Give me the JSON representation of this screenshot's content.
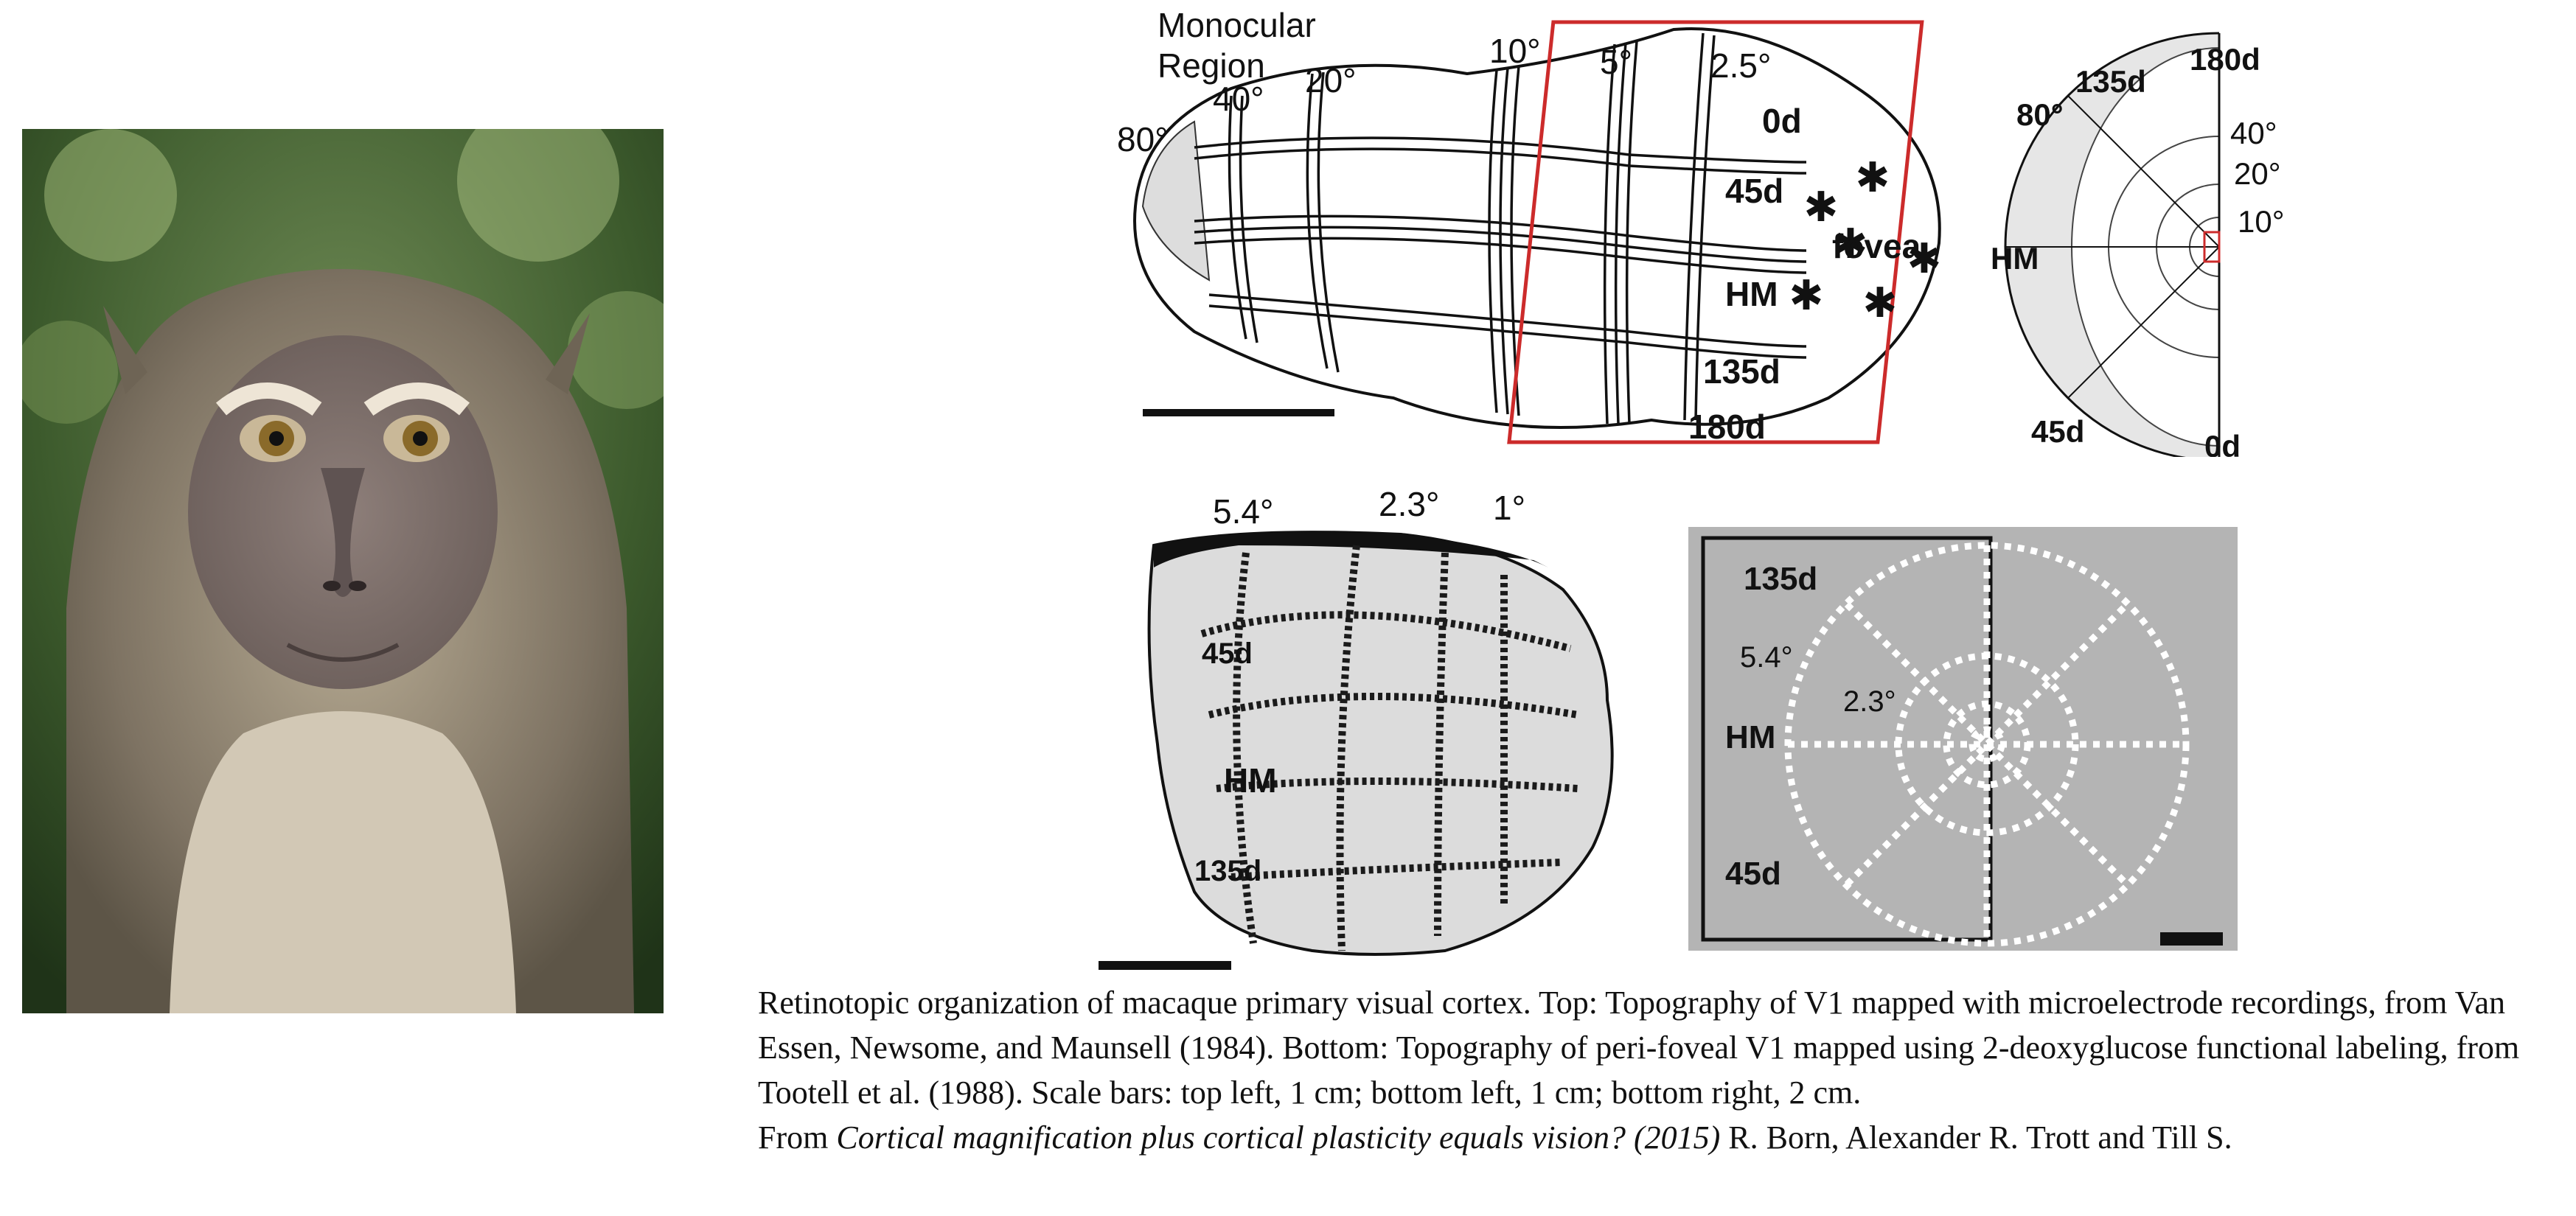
{
  "photo": {
    "subject": "macaque-face-photo"
  },
  "top_map": {
    "monocular_label_1": "Monocular",
    "monocular_label_2": "Region",
    "ecc_80": "80°",
    "ecc_40": "40°",
    "ecc_20": "20°",
    "ecc_10": "10°",
    "ecc_5": "5°",
    "ecc_2_5": "2.5°",
    "pol_0d": "0d",
    "pol_45d": "45d",
    "pol_hm": "HM",
    "pol_135d": "135d",
    "pol_180d": "180d",
    "fovea": "fovea",
    "box_color": "#cc2b2b"
  },
  "top_hemifield": {
    "pol_135d": "135d",
    "pol_180d": "180d",
    "ecc_80": "80°",
    "ecc_40": "40°",
    "ecc_20": "20°",
    "ecc_10": "10°",
    "pol_hm": "HM",
    "pol_45d": "45d",
    "pol_0d": "0d"
  },
  "bottom_stain": {
    "ecc_5_4": "5.4°",
    "ecc_2_3": "2.3°",
    "ecc_1": "1°",
    "pol_45d": "45d",
    "pol_hm": "HM",
    "pol_135d": "135d"
  },
  "bottom_stimulus": {
    "pol_135d": "135d",
    "ecc_5_4": "5.4°",
    "ecc_2_3": "2.3°",
    "pol_hm": "HM",
    "pol_45d": "45d"
  },
  "caption": {
    "line1": "Retinotopic organization of macaque primary visual cortex. Top: Topography of V1 mapped with microelectrode recordings, from Van Essen, Newsome, and Maunsell (1984). Bottom: Topography of peri-foveal V1 mapped using 2-deoxyglucose functional labeling, from Tootell et al. (1988). Scale bars: top left, 1 cm; bottom left, 1 cm; bottom right, 2 cm.",
    "from_prefix": "From ",
    "source_title": "Cortical magnification plus cortical plasticity equals vision? (2015)",
    "authors": " R. Born,  Alexander R. Trott and Till S."
  }
}
